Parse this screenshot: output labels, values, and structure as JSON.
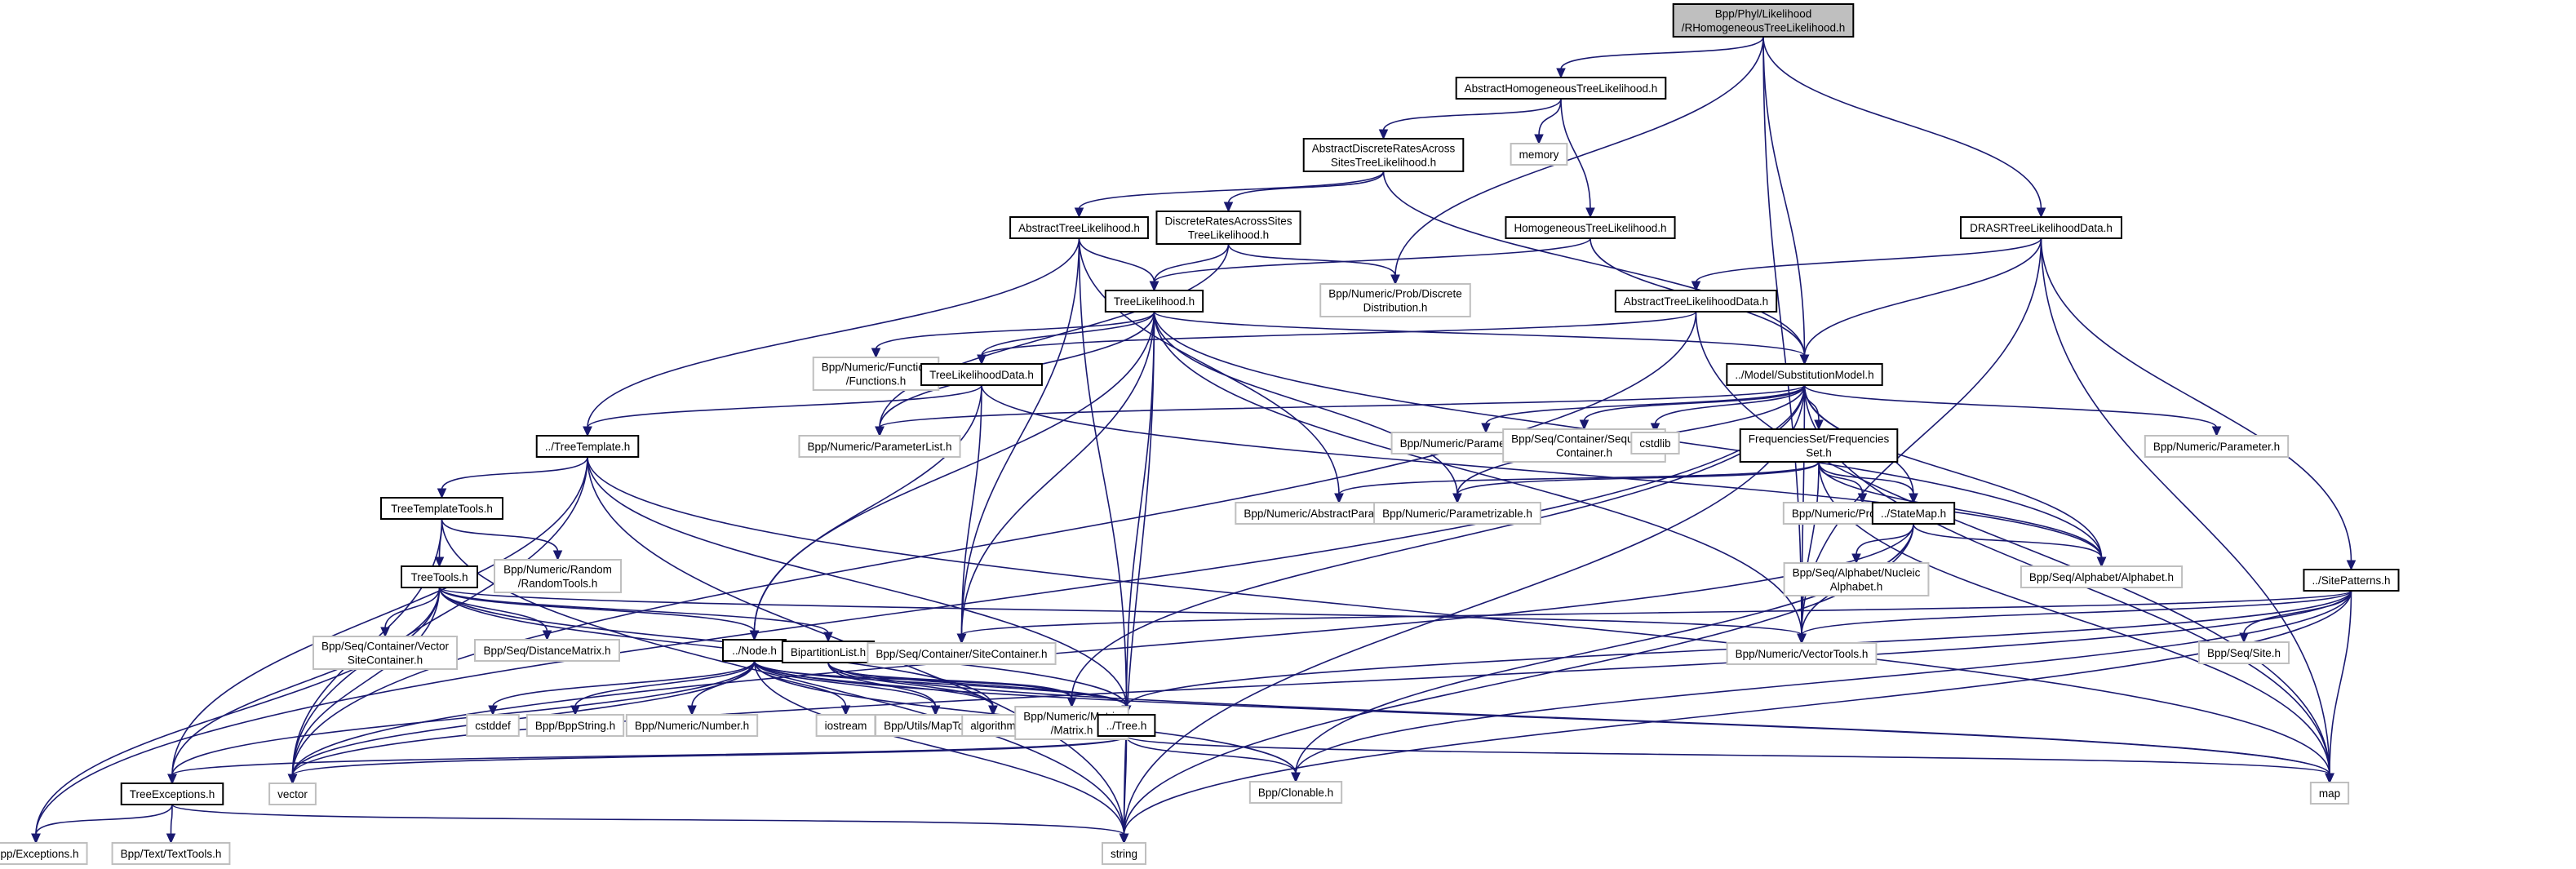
{
  "diagram": {
    "title": "Bpp/Phyl/Likelihood/RHomogeneousTreeLikelihood.h",
    "colors": {
      "edge": "#191970",
      "root_fill": "#bfbfbf",
      "ext_border": "#bfbfbf",
      "internal_border": "#000000"
    },
    "nodes": [
      {
        "id": "root",
        "kind": "root",
        "lines": [
          "Bpp/Phyl/Likelihood",
          "/RHomogeneousTreeLikelihood.h"
        ]
      },
      {
        "id": "ahtl",
        "kind": "internal",
        "lines": [
          "AbstractHomogeneousTreeLikelihood.h"
        ]
      },
      {
        "id": "memory",
        "kind": "ext",
        "lines": [
          "memory"
        ]
      },
      {
        "id": "adrastl",
        "kind": "internal",
        "lines": [
          "AbstractDiscreteRatesAcross",
          "SitesTreeLikelihood.h"
        ]
      },
      {
        "id": "atl",
        "kind": "internal",
        "lines": [
          "AbstractTreeLikelihood.h"
        ]
      },
      {
        "id": "drastl",
        "kind": "internal",
        "lines": [
          "DiscreteRatesAcrossSites",
          "TreeLikelihood.h"
        ]
      },
      {
        "id": "htl",
        "kind": "internal",
        "lines": [
          "HomogeneousTreeLikelihood.h"
        ]
      },
      {
        "id": "drasrtld",
        "kind": "internal",
        "lines": [
          "DRASRTreeLikelihoodData.h"
        ]
      },
      {
        "id": "tl",
        "kind": "internal",
        "lines": [
          "TreeLikelihood.h"
        ]
      },
      {
        "id": "discdist",
        "kind": "ext",
        "lines": [
          "Bpp/Numeric/Prob/Discrete",
          "Distribution.h"
        ]
      },
      {
        "id": "atld",
        "kind": "internal",
        "lines": [
          "AbstractTreeLikelihoodData.h"
        ]
      },
      {
        "id": "functions",
        "kind": "ext",
        "lines": [
          "Bpp/Numeric/Function",
          "/Functions.h"
        ]
      },
      {
        "id": "tld",
        "kind": "internal",
        "lines": [
          "TreeLikelihoodData.h"
        ]
      },
      {
        "id": "submodel",
        "kind": "internal",
        "lines": [
          "../Model/SubstitutionModel.h"
        ]
      },
      {
        "id": "treetemplate",
        "kind": "internal",
        "lines": [
          "../TreeTemplate.h"
        ]
      },
      {
        "id": "paramlist",
        "kind": "ext",
        "lines": [
          "Bpp/Numeric/ParameterList.h"
        ]
      },
      {
        "id": "paramalias",
        "kind": "ext",
        "lines": [
          "Bpp/Numeric/ParameterAliasable.h"
        ]
      },
      {
        "id": "seqcont",
        "kind": "ext",
        "lines": [
          "Bpp/Seq/Container/Sequence",
          "Container.h"
        ]
      },
      {
        "id": "cstdlib",
        "kind": "ext",
        "lines": [
          "cstdlib"
        ]
      },
      {
        "id": "freqset",
        "kind": "internal",
        "lines": [
          "FrequenciesSet/Frequencies",
          "Set.h"
        ]
      },
      {
        "id": "parameter",
        "kind": "ext",
        "lines": [
          "Bpp/Numeric/Parameter.h"
        ]
      },
      {
        "id": "ttt",
        "kind": "internal",
        "lines": [
          "TreeTemplateTools.h"
        ]
      },
      {
        "id": "randtools",
        "kind": "ext",
        "lines": [
          "Bpp/Numeric/Random",
          "/RandomTools.h"
        ]
      },
      {
        "id": "absparam",
        "kind": "ext",
        "lines": [
          "Bpp/Numeric/AbstractParametrizable.h"
        ]
      },
      {
        "id": "parametrizable",
        "kind": "ext",
        "lines": [
          "Bpp/Numeric/Parametrizable.h"
        ]
      },
      {
        "id": "simplex",
        "kind": "ext",
        "lines": [
          "Bpp/Numeric/Prob/Simplex.h"
        ]
      },
      {
        "id": "statemap",
        "kind": "internal",
        "lines": [
          "../StateMap.h"
        ]
      },
      {
        "id": "treetools",
        "kind": "internal",
        "lines": [
          "TreeTools.h"
        ]
      },
      {
        "id": "nucalpha",
        "kind": "ext",
        "lines": [
          "Bpp/Seq/Alphabet/Nucleic",
          "Alphabet.h"
        ]
      },
      {
        "id": "alphabet",
        "kind": "ext",
        "lines": [
          "Bpp/Seq/Alphabet/Alphabet.h"
        ]
      },
      {
        "id": "sitepatterns",
        "kind": "internal",
        "lines": [
          "../SitePatterns.h"
        ]
      },
      {
        "id": "vsc",
        "kind": "ext",
        "lines": [
          "Bpp/Seq/Container/Vector",
          "SiteContainer.h"
        ]
      },
      {
        "id": "distmatrix",
        "kind": "ext",
        "lines": [
          "Bpp/Seq/DistanceMatrix.h"
        ]
      },
      {
        "id": "node",
        "kind": "internal",
        "lines": [
          "../Node.h"
        ]
      },
      {
        "id": "bipart",
        "kind": "internal",
        "lines": [
          "BipartitionList.h"
        ]
      },
      {
        "id": "sitecont",
        "kind": "ext",
        "lines": [
          "Bpp/Seq/Container/SiteContainer.h"
        ]
      },
      {
        "id": "vectortools",
        "kind": "ext",
        "lines": [
          "Bpp/Numeric/VectorTools.h"
        ]
      },
      {
        "id": "site",
        "kind": "ext",
        "lines": [
          "Bpp/Seq/Site.h"
        ]
      },
      {
        "id": "cstddef",
        "kind": "ext",
        "lines": [
          "cstddef"
        ]
      },
      {
        "id": "bppstring",
        "kind": "ext",
        "lines": [
          "Bpp/BppString.h"
        ]
      },
      {
        "id": "number",
        "kind": "ext",
        "lines": [
          "Bpp/Numeric/Number.h"
        ]
      },
      {
        "id": "iostream",
        "kind": "ext",
        "lines": [
          "iostream"
        ]
      },
      {
        "id": "maptools",
        "kind": "ext",
        "lines": [
          "Bpp/Utils/MapTools.h"
        ]
      },
      {
        "id": "algorithm",
        "kind": "ext",
        "lines": [
          "algorithm"
        ]
      },
      {
        "id": "matrix",
        "kind": "ext",
        "lines": [
          "Bpp/Numeric/Matrix",
          "/Matrix.h"
        ]
      },
      {
        "id": "tree",
        "kind": "internal",
        "lines": [
          "../Tree.h"
        ]
      },
      {
        "id": "treeexc",
        "kind": "internal",
        "lines": [
          "TreeExceptions.h"
        ]
      },
      {
        "id": "vector",
        "kind": "ext",
        "lines": [
          "vector"
        ]
      },
      {
        "id": "clonable",
        "kind": "ext",
        "lines": [
          "Bpp/Clonable.h"
        ]
      },
      {
        "id": "map",
        "kind": "ext",
        "lines": [
          "map"
        ]
      },
      {
        "id": "exceptions",
        "kind": "ext",
        "lines": [
          "Bpp/Exceptions.h"
        ]
      },
      {
        "id": "texttools",
        "kind": "ext",
        "lines": [
          "Bpp/Text/TextTools.h"
        ]
      },
      {
        "id": "string",
        "kind": "ext",
        "lines": [
          "string"
        ]
      }
    ],
    "edges": [
      [
        "root",
        "ahtl"
      ],
      [
        "root",
        "submodel"
      ],
      [
        "root",
        "discdist"
      ],
      [
        "root",
        "drasrtld"
      ],
      [
        "root",
        "vectortools"
      ],
      [
        "ahtl",
        "adrastl"
      ],
      [
        "ahtl",
        "memory"
      ],
      [
        "ahtl",
        "htl"
      ],
      [
        "adrastl",
        "atl"
      ],
      [
        "adrastl",
        "drastl"
      ],
      [
        "adrastl",
        "submodel"
      ],
      [
        "atl",
        "tl"
      ],
      [
        "atl",
        "treetemplate"
      ],
      [
        "atl",
        "sitecont"
      ],
      [
        "atl",
        "absparam"
      ],
      [
        "atl",
        "tree"
      ],
      [
        "drastl",
        "tl"
      ],
      [
        "drastl",
        "discdist"
      ],
      [
        "drastl",
        "paramlist"
      ],
      [
        "htl",
        "tl"
      ],
      [
        "htl",
        "submodel"
      ],
      [
        "drasrtld",
        "atld"
      ],
      [
        "drasrtld",
        "submodel"
      ],
      [
        "drasrtld",
        "sitepatterns"
      ],
      [
        "drasrtld",
        "map"
      ],
      [
        "drasrtld",
        "vectortools"
      ],
      [
        "tl",
        "tld"
      ],
      [
        "tl",
        "functions"
      ],
      [
        "tl",
        "paramlist"
      ],
      [
        "tl",
        "node"
      ],
      [
        "tl",
        "tree"
      ],
      [
        "tl",
        "sitecont"
      ],
      [
        "tl",
        "submodel"
      ],
      [
        "tl",
        "parametrizable"
      ],
      [
        "tl",
        "vectortools"
      ],
      [
        "tl",
        "alphabet"
      ],
      [
        "tl",
        "string"
      ],
      [
        "atld",
        "tld"
      ],
      [
        "atld",
        "vector"
      ],
      [
        "atld",
        "map"
      ],
      [
        "tld",
        "treetemplate"
      ],
      [
        "tld",
        "node"
      ],
      [
        "tld",
        "sitecont"
      ],
      [
        "tld",
        "alphabet"
      ],
      [
        "submodel",
        "paramlist"
      ],
      [
        "submodel",
        "paramalias"
      ],
      [
        "submodel",
        "seqcont"
      ],
      [
        "submodel",
        "cstdlib"
      ],
      [
        "submodel",
        "freqset"
      ],
      [
        "submodel",
        "parameter"
      ],
      [
        "submodel",
        "statemap"
      ],
      [
        "submodel",
        "alphabet"
      ],
      [
        "submodel",
        "matrix"
      ],
      [
        "submodel",
        "vectortools"
      ],
      [
        "submodel",
        "exceptions"
      ],
      [
        "submodel",
        "parametrizable"
      ],
      [
        "submodel",
        "map"
      ],
      [
        "submodel",
        "string"
      ],
      [
        "treetemplate",
        "ttt"
      ],
      [
        "treetemplate",
        "treeexc"
      ],
      [
        "treetemplate",
        "vector"
      ],
      [
        "treetemplate",
        "tree"
      ],
      [
        "treetemplate",
        "string"
      ],
      [
        "treetemplate",
        "map"
      ],
      [
        "ttt",
        "treetools"
      ],
      [
        "ttt",
        "randtools"
      ],
      [
        "ttt",
        "vector"
      ],
      [
        "ttt",
        "string"
      ],
      [
        "freqset",
        "absparam"
      ],
      [
        "freqset",
        "parametrizable"
      ],
      [
        "freqset",
        "simplex"
      ],
      [
        "freqset",
        "statemap"
      ],
      [
        "freqset",
        "alphabet"
      ],
      [
        "freqset",
        "vectortools"
      ],
      [
        "freqset",
        "map"
      ],
      [
        "statemap",
        "nucalpha"
      ],
      [
        "statemap",
        "alphabet"
      ],
      [
        "statemap",
        "vectortools"
      ],
      [
        "statemap",
        "vector"
      ],
      [
        "statemap",
        "clonable"
      ],
      [
        "statemap",
        "string"
      ],
      [
        "treetools",
        "vsc"
      ],
      [
        "treetools",
        "distmatrix"
      ],
      [
        "treetools",
        "node"
      ],
      [
        "treetools",
        "bipart"
      ],
      [
        "treetools",
        "treeexc"
      ],
      [
        "treetools",
        "exceptions"
      ],
      [
        "treetools",
        "vectortools"
      ],
      [
        "treetools",
        "tree"
      ],
      [
        "treetools",
        "vector"
      ],
      [
        "treetools",
        "algorithm"
      ],
      [
        "sitepatterns",
        "site"
      ],
      [
        "sitepatterns",
        "sitecont"
      ],
      [
        "sitepatterns",
        "vectortools"
      ],
      [
        "sitepatterns",
        "tree"
      ],
      [
        "sitepatterns",
        "map"
      ],
      [
        "sitepatterns",
        "vector"
      ],
      [
        "sitepatterns",
        "string"
      ],
      [
        "sitepatterns",
        "clonable"
      ],
      [
        "node",
        "cstddef"
      ],
      [
        "node",
        "bppstring"
      ],
      [
        "node",
        "number"
      ],
      [
        "node",
        "iostream"
      ],
      [
        "node",
        "maptools"
      ],
      [
        "node",
        "algorithm"
      ],
      [
        "node",
        "matrix"
      ],
      [
        "node",
        "treeexc"
      ],
      [
        "node",
        "vector"
      ],
      [
        "node",
        "string"
      ],
      [
        "node",
        "clonable"
      ],
      [
        "node",
        "map"
      ],
      [
        "node",
        "tree"
      ],
      [
        "bipart",
        "maptools"
      ],
      [
        "bipart",
        "algorithm"
      ],
      [
        "bipart",
        "tree"
      ],
      [
        "bipart",
        "matrix"
      ],
      [
        "bipart",
        "map"
      ],
      [
        "tree",
        "treeexc"
      ],
      [
        "tree",
        "vector"
      ],
      [
        "tree",
        "clonable"
      ],
      [
        "tree",
        "string"
      ],
      [
        "tree",
        "map"
      ],
      [
        "treeexc",
        "exceptions"
      ],
      [
        "treeexc",
        "texttools"
      ],
      [
        "treeexc",
        "string"
      ]
    ]
  }
}
